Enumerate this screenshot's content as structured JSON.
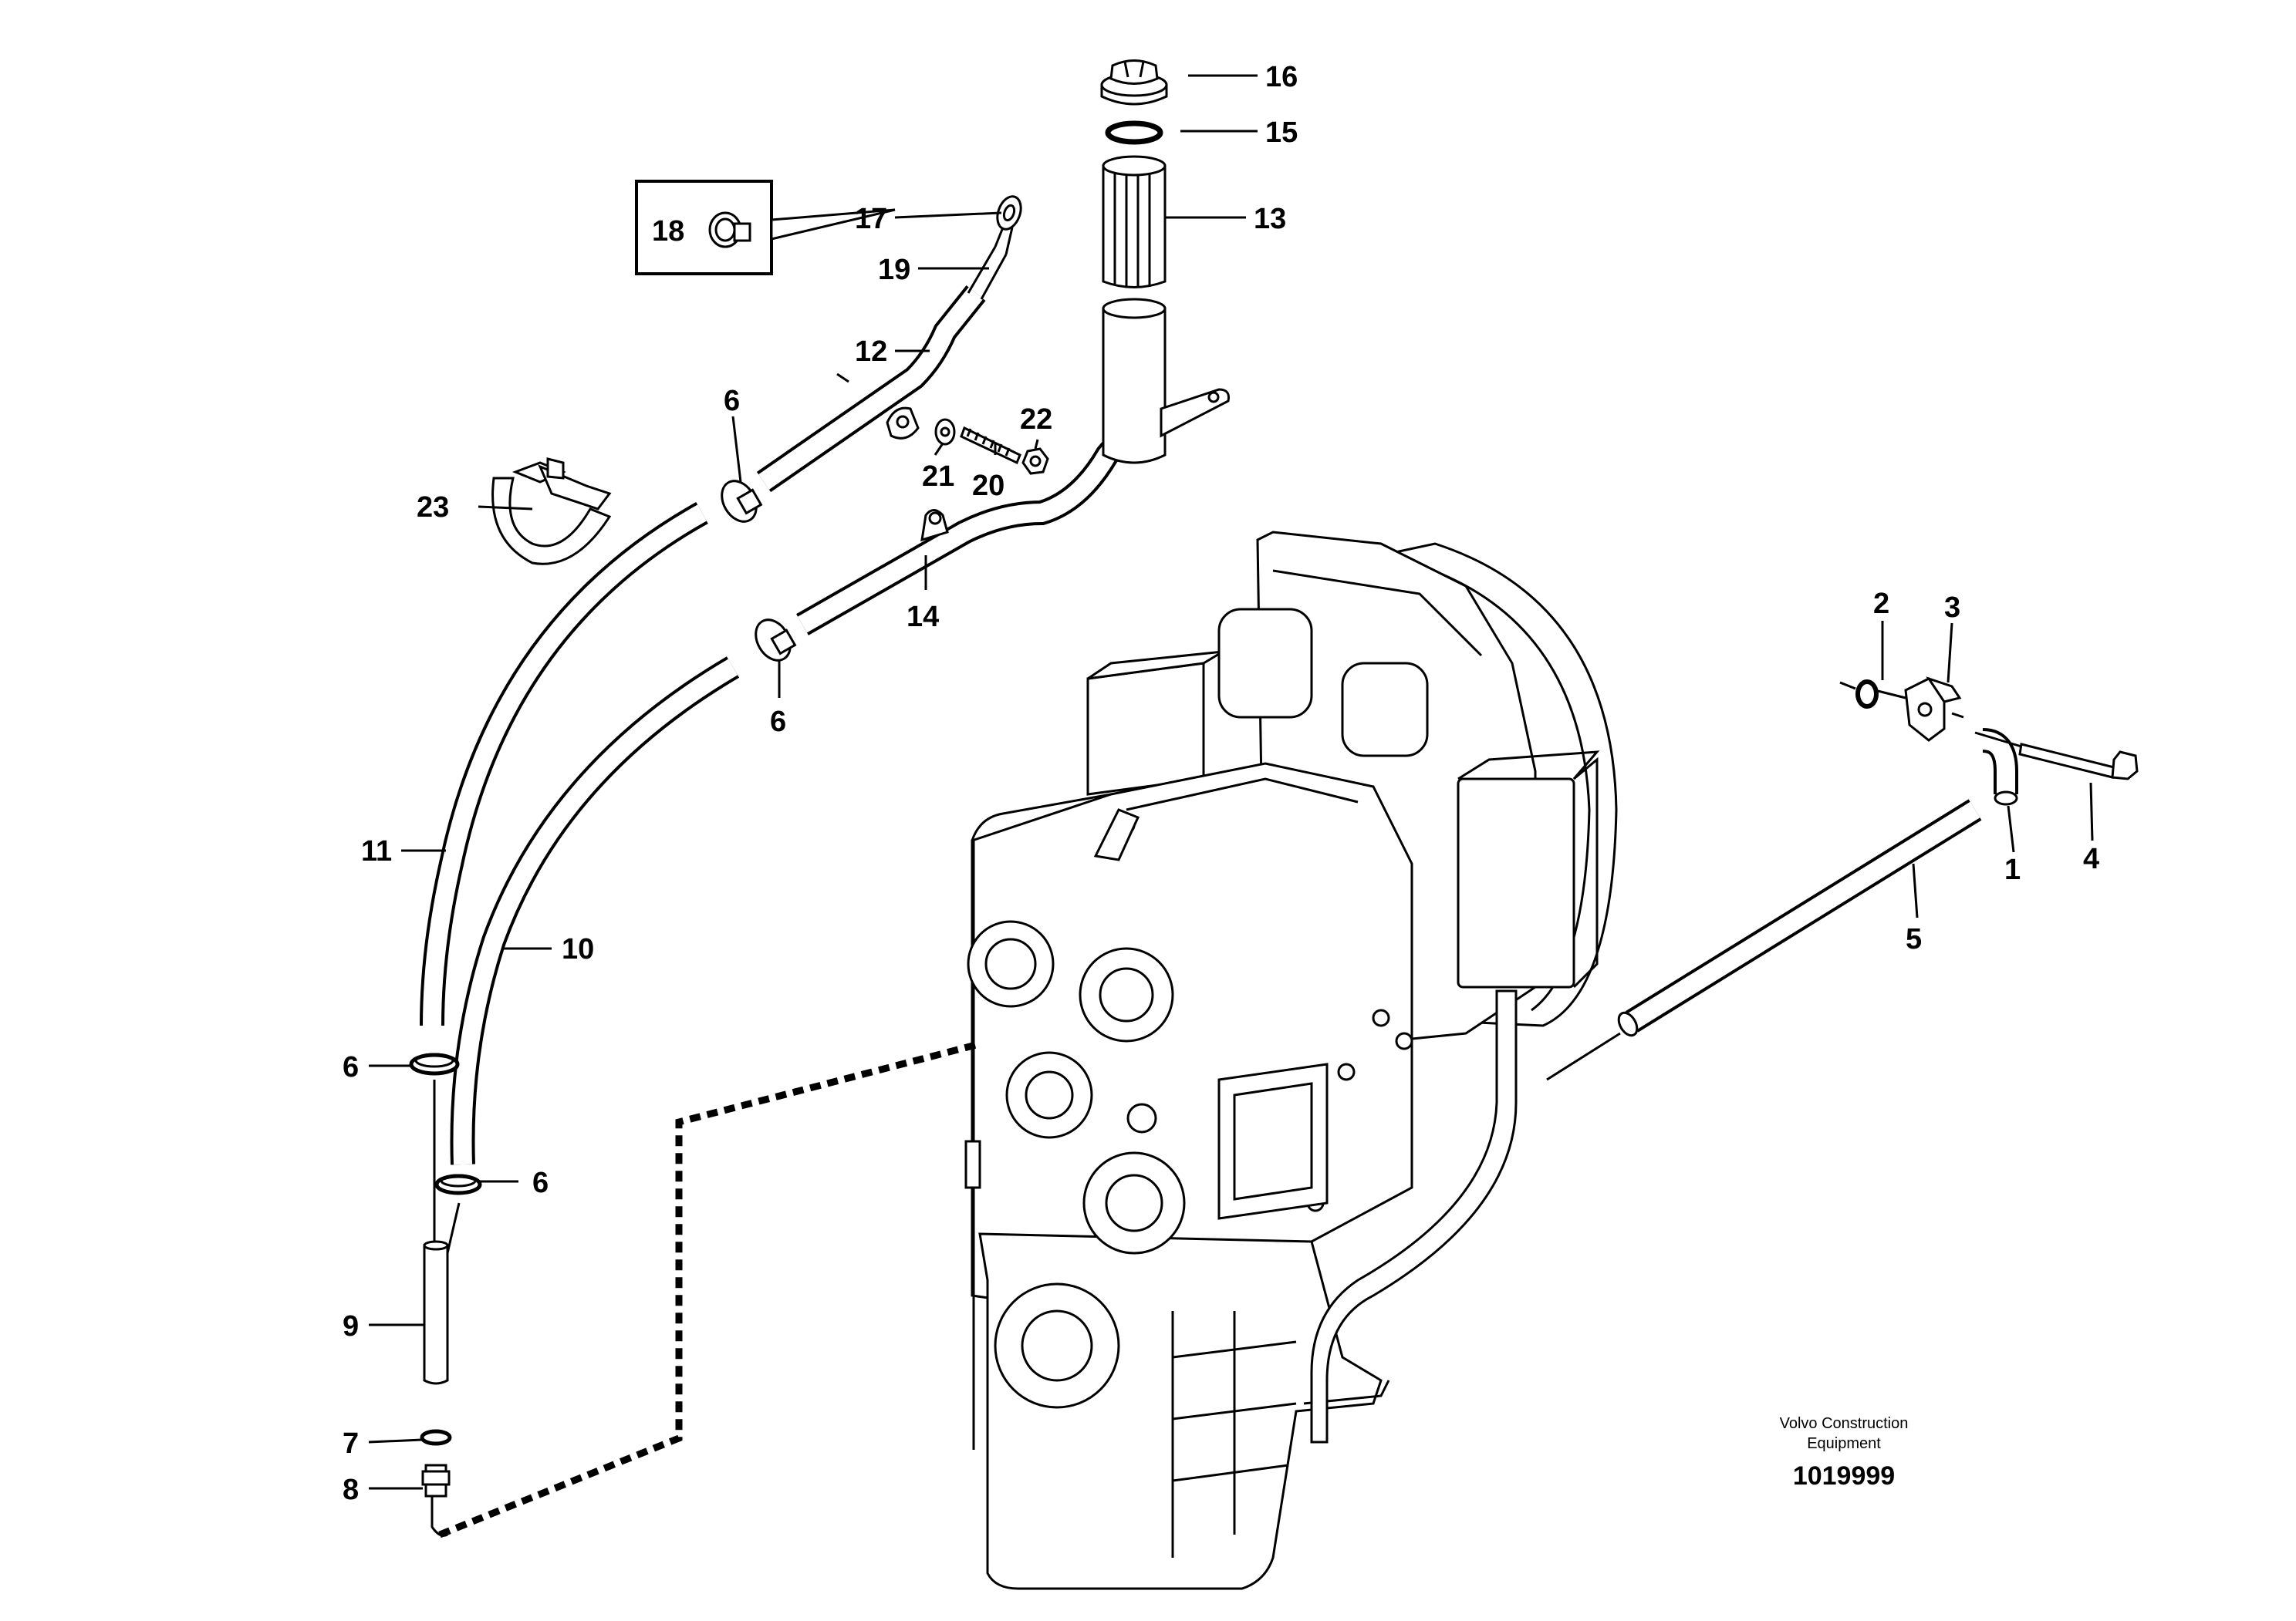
{
  "labels": {
    "p1": "1",
    "p2": "2",
    "p3": "3",
    "p4": "4",
    "p5": "5",
    "p6": "6",
    "p7": "7",
    "p8": "8",
    "p9": "9",
    "p10": "10",
    "p11": "11",
    "p12": "12",
    "p13": "13",
    "p14": "14",
    "p15": "15",
    "p16": "16",
    "p17": "17",
    "p18": "18",
    "p19": "19",
    "p20": "20",
    "p21": "21",
    "p22": "22",
    "p23": "23"
  },
  "footer": {
    "brand_line1": "Volvo Construction",
    "brand_line2": "Equipment",
    "doc_number": "1019999"
  }
}
